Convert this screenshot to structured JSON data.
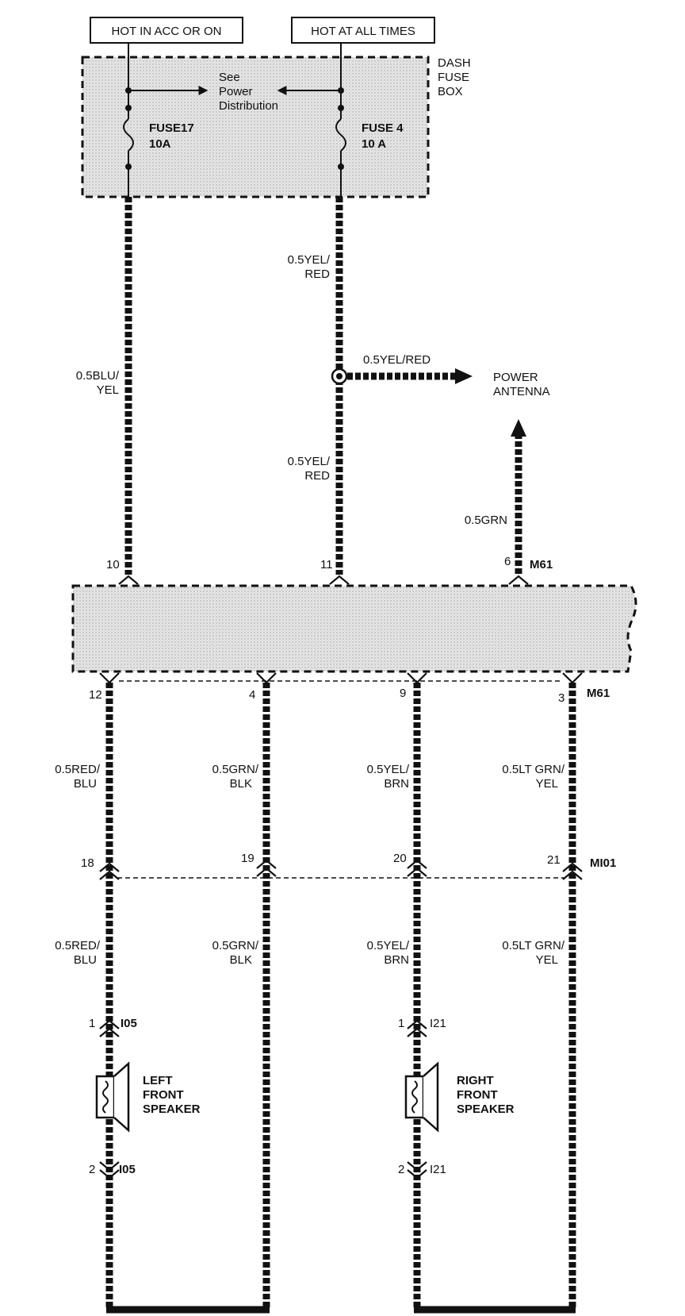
{
  "labels": {
    "hot_acc": "HOT IN ACC OR ON",
    "hot_all": "HOT AT ALL TIMES",
    "dash_fuse_box": [
      "DASH",
      "FUSE",
      "BOX"
    ],
    "see_power": [
      "See",
      "Power",
      "Distribution"
    ],
    "fuse17": [
      "FUSE17",
      "10A"
    ],
    "fuse4": [
      "FUSE 4",
      "10 A"
    ],
    "power_antenna": [
      "POWER",
      "ANTENNA"
    ],
    "left_speaker": [
      "LEFT",
      "FRONT",
      "SPEAKER"
    ],
    "right_speaker": [
      "RIGHT",
      "FRONT",
      "SPEAKER"
    ]
  },
  "wires": {
    "blu_yel": [
      "0.5BLU/",
      "YEL"
    ],
    "yel_red_top": [
      "0.5YEL/",
      "RED"
    ],
    "yel_red_mid": [
      "0.5YEL/",
      "RED"
    ],
    "yel_red_branch": "0.5YEL/RED",
    "grn": "0.5GRN",
    "red_blu_1": [
      "0.5RED/",
      "BLU"
    ],
    "grn_blk_1": [
      "0.5GRN/",
      "BLK"
    ],
    "yel_brn_1": [
      "0.5YEL/",
      "BRN"
    ],
    "ltgrn_yel_1": [
      "0.5LT GRN/",
      "YEL"
    ],
    "red_blu_2": [
      "0.5RED/",
      "BLU"
    ],
    "grn_blk_2": [
      "0.5GRN/",
      "BLK"
    ],
    "yel_brn_2": [
      "0.5YEL/",
      "BRN"
    ],
    "ltgrn_yel_2": [
      "0.5LT GRN/",
      "YEL"
    ]
  },
  "pins": {
    "p10": "10",
    "p11": "11",
    "p6": "6",
    "p12": "12",
    "p4": "4",
    "p9": "9",
    "p3": "3",
    "p18": "18",
    "p19": "19",
    "p20": "20",
    "p21": "21",
    "l1": "1",
    "l2": "2",
    "r1": "1",
    "r2": "2"
  },
  "connectors": {
    "m61_top": "M61",
    "m61_bottom": "M61",
    "mi01": "MI01",
    "i05_top": "I05",
    "i05_bottom": "I05",
    "i21_top": "I21",
    "i21_bottom": "I21"
  }
}
